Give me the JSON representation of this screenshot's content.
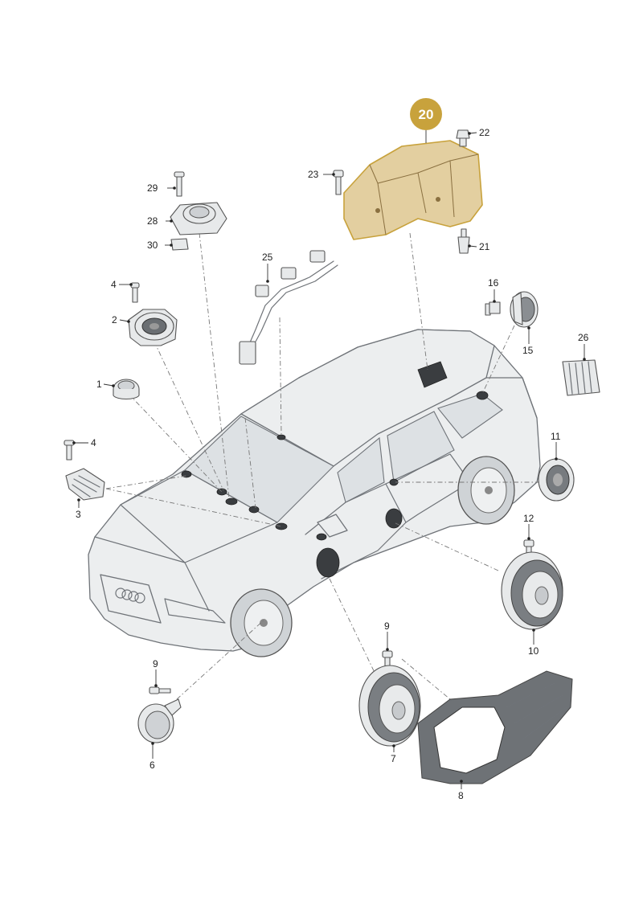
{
  "highlighted_part": {
    "number": "20",
    "color": "#c8a23c",
    "fill": "#e3cfa0"
  },
  "callouts": [
    {
      "id": "1",
      "text": "1"
    },
    {
      "id": "2",
      "text": "2"
    },
    {
      "id": "3",
      "text": "3"
    },
    {
      "id": "4a",
      "text": "4"
    },
    {
      "id": "4b",
      "text": "4"
    },
    {
      "id": "6",
      "text": "6"
    },
    {
      "id": "7",
      "text": "7"
    },
    {
      "id": "8",
      "text": "8"
    },
    {
      "id": "9a",
      "text": "9"
    },
    {
      "id": "9b",
      "text": "9"
    },
    {
      "id": "10",
      "text": "10"
    },
    {
      "id": "11",
      "text": "11"
    },
    {
      "id": "12",
      "text": "12"
    },
    {
      "id": "15",
      "text": "15"
    },
    {
      "id": "16",
      "text": "16"
    },
    {
      "id": "21",
      "text": "21"
    },
    {
      "id": "22",
      "text": "22"
    },
    {
      "id": "23",
      "text": "23"
    },
    {
      "id": "25",
      "text": "25"
    },
    {
      "id": "26",
      "text": "26"
    },
    {
      "id": "28",
      "text": "28"
    },
    {
      "id": "29",
      "text": "29"
    },
    {
      "id": "30",
      "text": "30"
    }
  ],
  "icons": [
    "car-body-icon",
    "speaker-icon",
    "tweeter-icon",
    "subwoofer-icon",
    "screw-icon",
    "bracket-icon",
    "wiring-harness-icon",
    "sensor-icon",
    "filter-icon"
  ]
}
